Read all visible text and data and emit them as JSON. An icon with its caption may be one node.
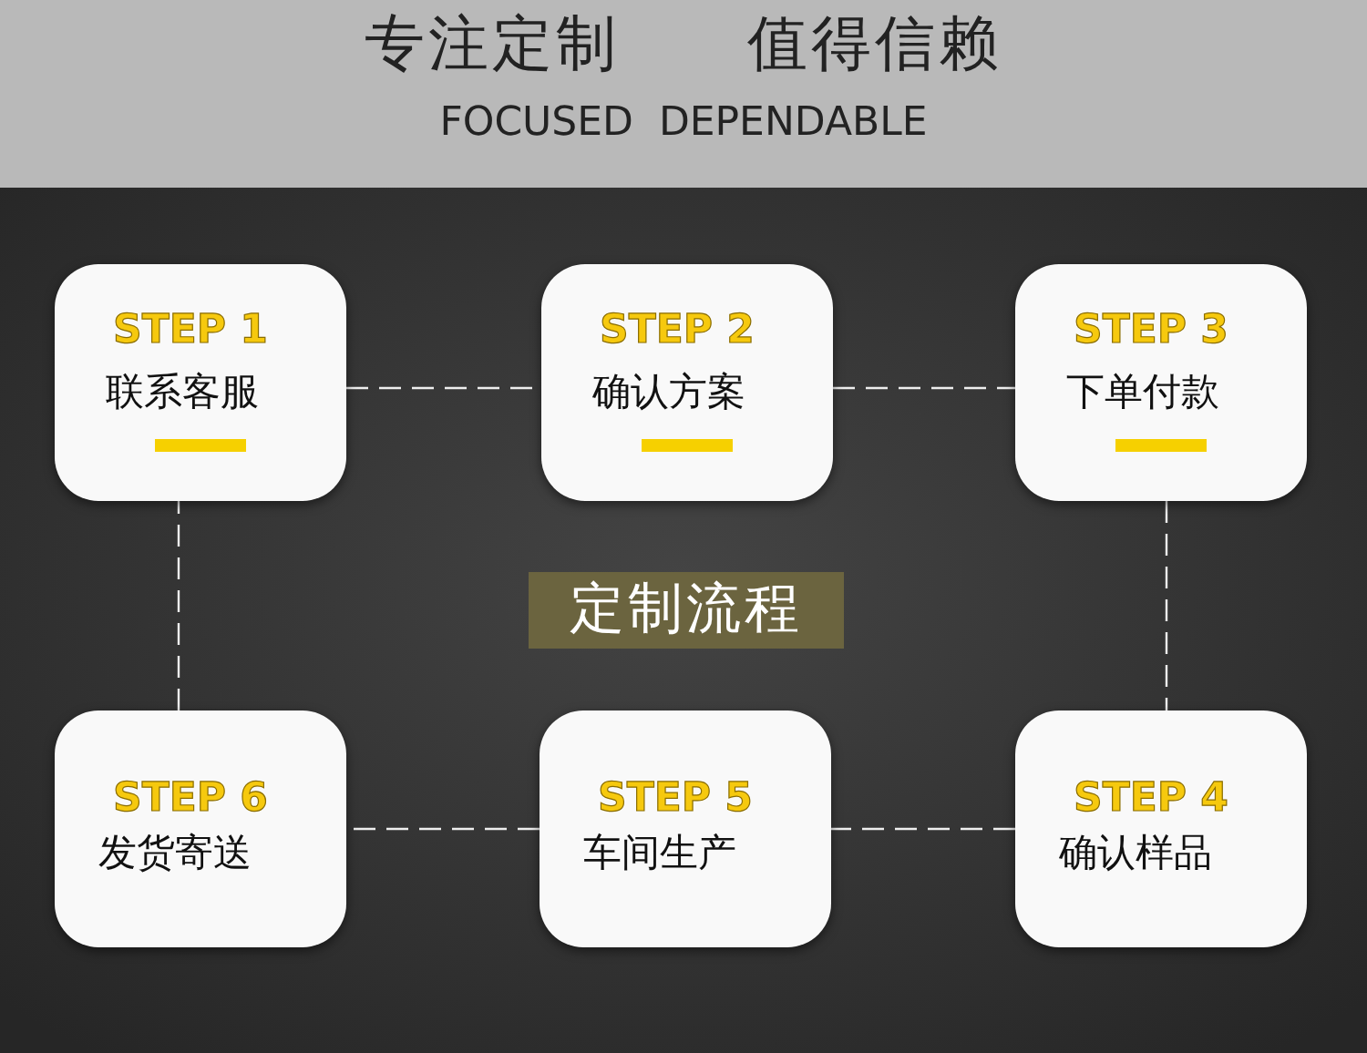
{
  "diagram": {
    "title": "专注定制 值得信赖",
    "nodes": [
      {
        "text": [
          "STEP 1",
          "联系客服"
        ]
      },
      {
        "text": [
          "STEP 2",
          "确认方案"
        ]
      },
      {
        "text": [
          "STEP 3",
          "下单付款"
        ]
      },
      {
        "text": [
          "定制流程"
        ]
      },
      {
        "text": [
          "STEP 6",
          "发货寄送"
        ]
      },
      {
        "text": [
          "STEP 5",
          "车间生产"
        ]
      },
      {
        "text": [
          "STEP 4",
          "确认样品"
        ]
      }
    ],
    "edges": [
      {
        "from": 0,
        "to": 1,
        "arrow": "none",
        "style": "dashed"
      },
      {
        "from": 1,
        "to": 2,
        "arrow": "none",
        "style": "dashed"
      },
      {
        "from": 2,
        "to": 6,
        "arrow": "none",
        "style": "dashed"
      },
      {
        "from": 6,
        "to": 5,
        "arrow": "none",
        "style": "dashed"
      },
      {
        "from": 5,
        "to": 4,
        "arrow": "none",
        "style": "dashed"
      },
      {
        "from": 4,
        "to": 0,
        "arrow": "none",
        "style": "dashed"
      }
    ],
    "labels": [
      "FOCUSED DEPENDABLE"
    ]
  }
}
